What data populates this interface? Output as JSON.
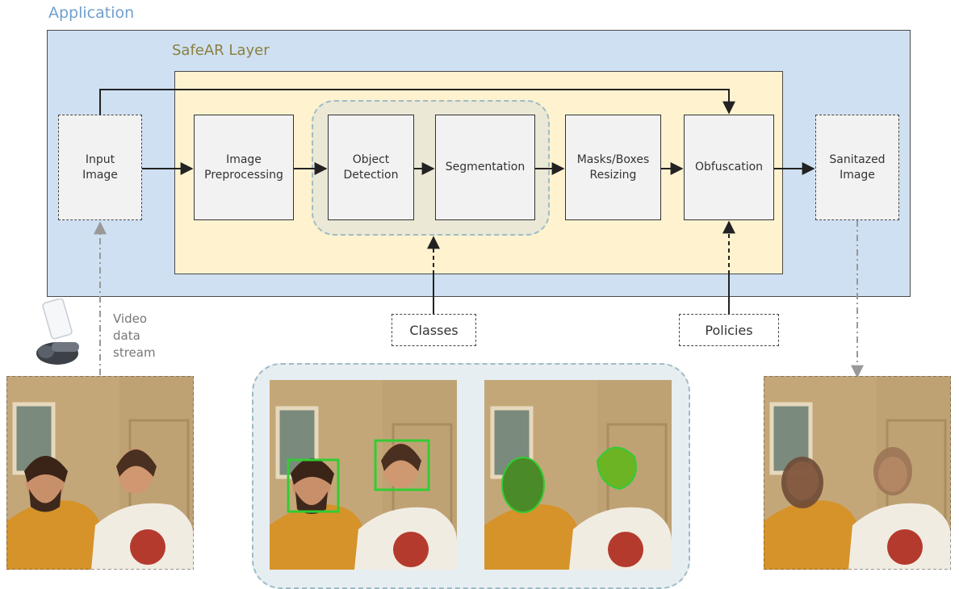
{
  "diagram": {
    "app_title": "Application",
    "layer_title": "SafeAR Layer",
    "nodes": {
      "input": "Input\nImage",
      "preproc": "Image\nPreprocessing",
      "detect": "Object\nDetection",
      "seg": "Segmentation",
      "resize": "Masks/Boxes\nResizing",
      "obf": "Obfuscation",
      "sanitized": "Sanitazed\nImage"
    },
    "classes_label": "Classes",
    "policies_label": "Policies",
    "video_label": "Video\ndata\nstream"
  },
  "colors": {
    "application_bg": "#cfe0f2",
    "safear_layer_bg": "#fff3cf",
    "model_group_bg": "#ebe8d6",
    "detection_box": "#33cc33",
    "segmentation_mask": "#55cc33"
  },
  "icons": [
    "smartphone-icon",
    "vr-headset-icon"
  ]
}
